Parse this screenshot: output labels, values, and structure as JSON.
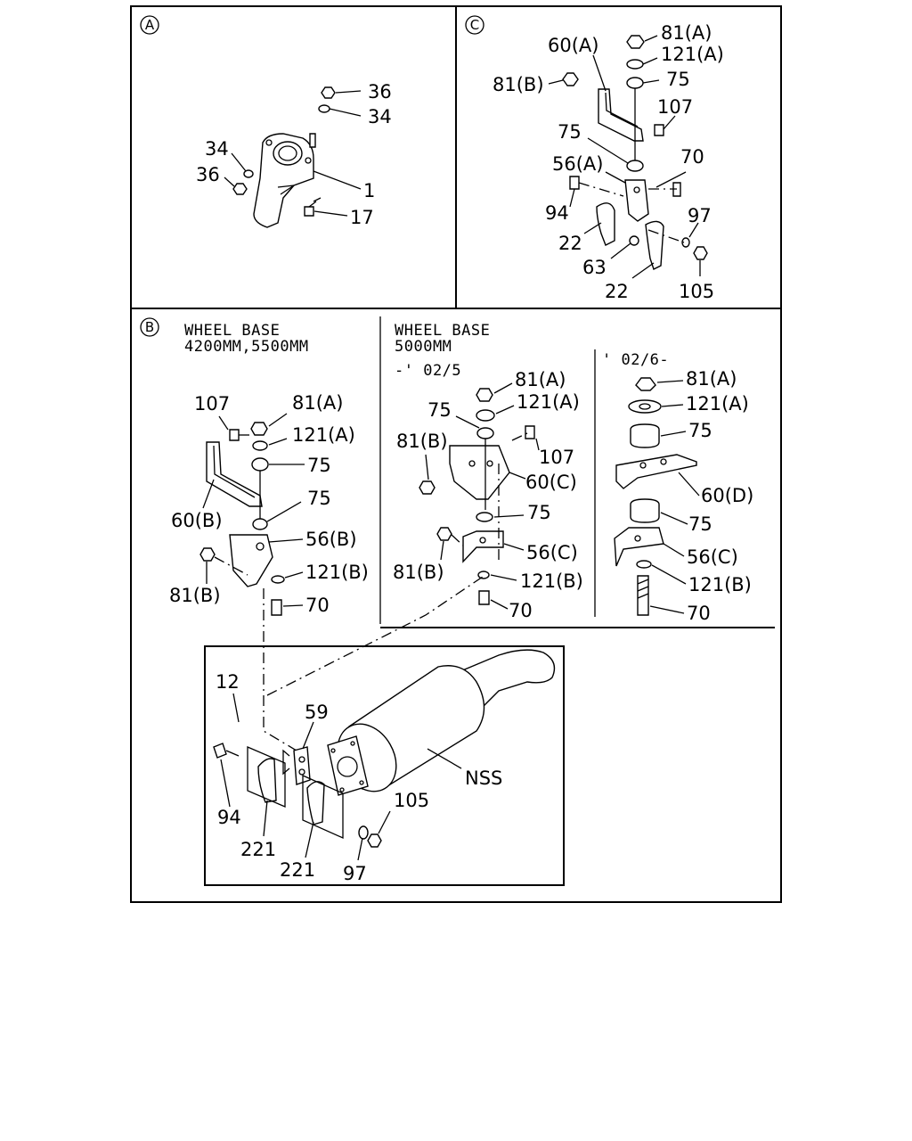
{
  "sections": {
    "a": {
      "marker": "A"
    },
    "b": {
      "marker": "B",
      "variant_1": {
        "line1": "WHEEL BASE",
        "line2": "4200MM,5500MM"
      },
      "variant_2": {
        "line1": "WHEEL BASE",
        "line2": "5000MM",
        "range_a": "-' 02/5",
        "range_b": "' 02/6-"
      }
    },
    "c": {
      "marker": "C"
    }
  },
  "labels": {
    "a": [
      "36",
      "34",
      "34",
      "36",
      "1",
      "17"
    ],
    "c": [
      "81(A)",
      "121(A)",
      "60(A)",
      "81(B)",
      "75",
      "107",
      "75",
      "70",
      "56(A)",
      "94",
      "97",
      "22",
      "63",
      "22",
      "105"
    ],
    "b1": [
      "107",
      "81(A)",
      "121(A)",
      "75",
      "75",
      "60(B)",
      "56(B)",
      "121(B)",
      "81(B)",
      "70"
    ],
    "b2": [
      "81(A)",
      "121(A)",
      "75",
      "81(B)",
      "107",
      "60(C)",
      "75",
      "56(C)",
      "81(B)",
      "121(B)",
      "70"
    ],
    "b3": [
      "81(A)",
      "121(A)",
      "75",
      "60(D)",
      "75",
      "56(C)",
      "121(B)",
      "70"
    ],
    "muffler": [
      "12",
      "59",
      "NSS",
      "94",
      "105",
      "221",
      "221",
      "97"
    ]
  }
}
